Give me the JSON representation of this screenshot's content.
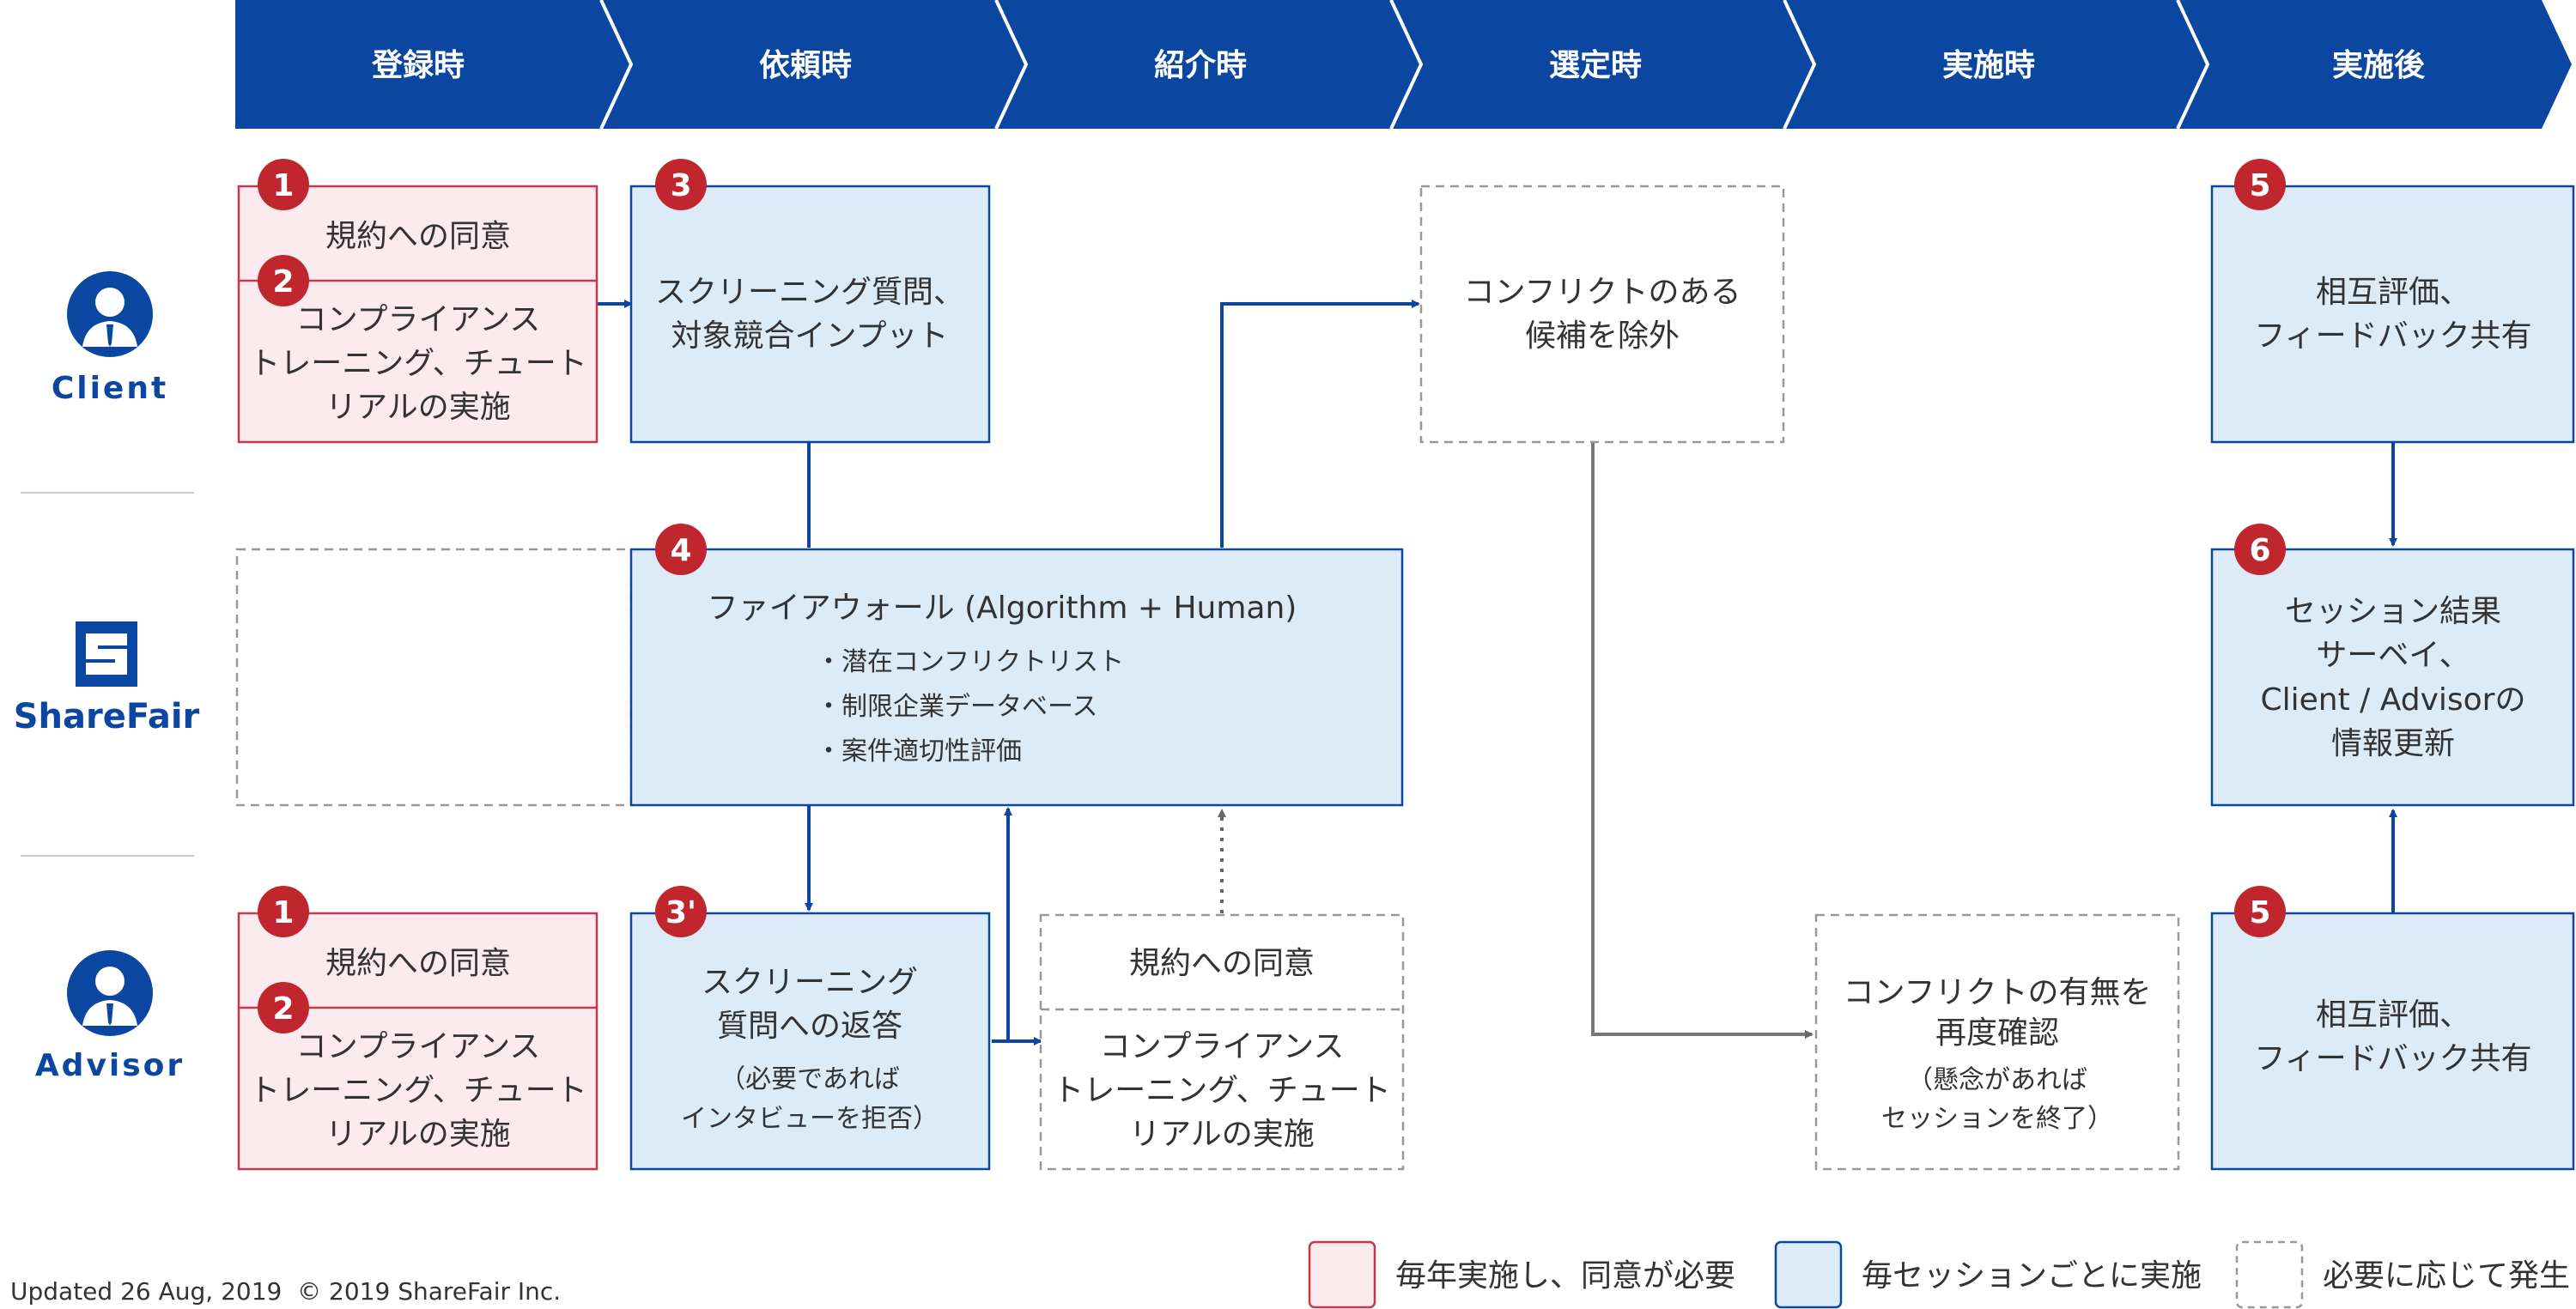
{
  "stages": [
    "登録時",
    "依頼時",
    "紹介時",
    "選定時",
    "実施時",
    "実施後"
  ],
  "roles": {
    "client": "Client",
    "sharefair": "ShareFair",
    "advisor": "Advisor"
  },
  "client": {
    "box1_badge": "1",
    "box1_text": "規約への同意",
    "box2_badge": "2",
    "box2_lines": [
      "コンプライアンス",
      "トレーニング、チュート",
      "リアルの実施"
    ],
    "box3_badge": "3",
    "box3_lines": [
      "スクリーニング質問、",
      "対象競合インプット"
    ],
    "conflict_lines": [
      "コンフリクトのある",
      "候補を除外"
    ],
    "box5_badge": "5",
    "box5_lines": [
      "相互評価、",
      "フィードバック共有"
    ]
  },
  "sharefair": {
    "box4_badge": "4",
    "firewall_title": "ファイアウォール (Algorithm + Human)",
    "firewall_items": [
      "・潜在コンフリクトリスト",
      "・制限企業データベース",
      "・案件適切性評価"
    ],
    "box6_badge": "6",
    "box6_lines": [
      "セッション結果",
      "サーベイ、",
      "Client / Advisorの",
      "情報更新"
    ]
  },
  "advisor": {
    "box1_badge": "1",
    "box1_text": "規約への同意",
    "box2_badge": "2",
    "box2_lines": [
      "コンプライアンス",
      "トレーニング、チュート",
      "リアルの実施"
    ],
    "box3_badge": "3'",
    "box3_lines": [
      "スクリーニング",
      "質問への返答"
    ],
    "box3_sub": [
      "（必要であれば",
      "インタビューを拒否）"
    ],
    "intro_agree": "規約への同意",
    "intro_lines": [
      "コンプライアンス",
      "トレーニング、チュート",
      "リアルの実施"
    ],
    "recheck_lines": [
      "コンフリクトの有無を",
      "再度確認"
    ],
    "recheck_sub": [
      "（懸念があれば",
      "セッションを終了）"
    ],
    "box5_badge": "5",
    "box5_lines": [
      "相互評価、",
      "フィードバック共有"
    ]
  },
  "legend": [
    "毎年実施し、同意が必要",
    "毎セッションごとに実施",
    "必要に応じて発生"
  ],
  "footer": "Updated 26 Aug, 2019  © 2019 ShareFair Inc.",
  "colors": {
    "header_blue": "#0b47a1",
    "annual_fill": "#fbeaee",
    "annual_border": "#c8374b",
    "session_fill": "#ddebf6",
    "session_border": "#0b47a1",
    "badge": "#c0262d",
    "dashed": "#999999",
    "gray_line": "#777777"
  }
}
